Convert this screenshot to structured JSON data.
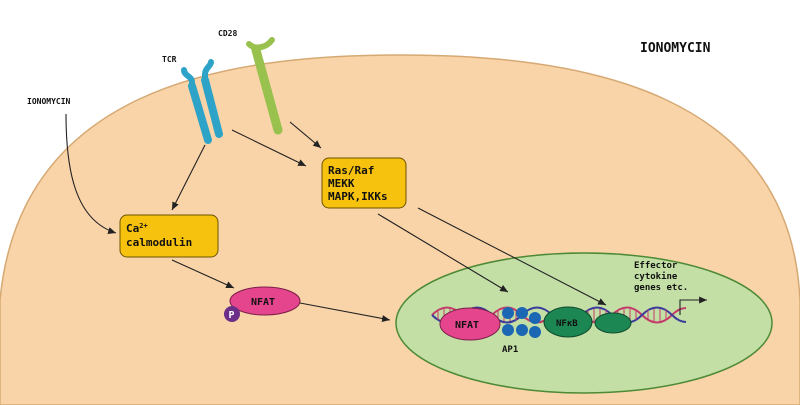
{
  "title": "IONOMYCIN",
  "ionomycin_label": "IONOMYCIN",
  "receptors": {
    "tcr": "TCR",
    "cd28": "CD28"
  },
  "boxes": {
    "ras": {
      "line1": "Ras/Raf",
      "line2": "MEKK",
      "line3": "MAPK,IKKs"
    },
    "ca": {
      "line1": "Ca",
      "superscript": "2+",
      "line2": "calmodulin"
    }
  },
  "proteins": {
    "nfat_cyto": "NFAT",
    "phospho": "P",
    "nfat_nuc": "NFAT",
    "ap1": "AP1",
    "nfkb": "NFκB"
  },
  "genes_label": {
    "line1": "Effector",
    "line2": "cytokine",
    "line3": "genes etc."
  },
  "colors": {
    "cell": "#f9d4a8",
    "nucleus": "#c3dfa6",
    "tcr": "#2ea3c8",
    "cd28": "#99c14e",
    "box": "#f7c20d",
    "nfat": "#e5458c",
    "phospho": "#6b2f8a",
    "ap1": "#1b67b3",
    "nfkb": "#1d8754",
    "dna1": "#c43b6a",
    "dna2": "#3c3a9a"
  }
}
